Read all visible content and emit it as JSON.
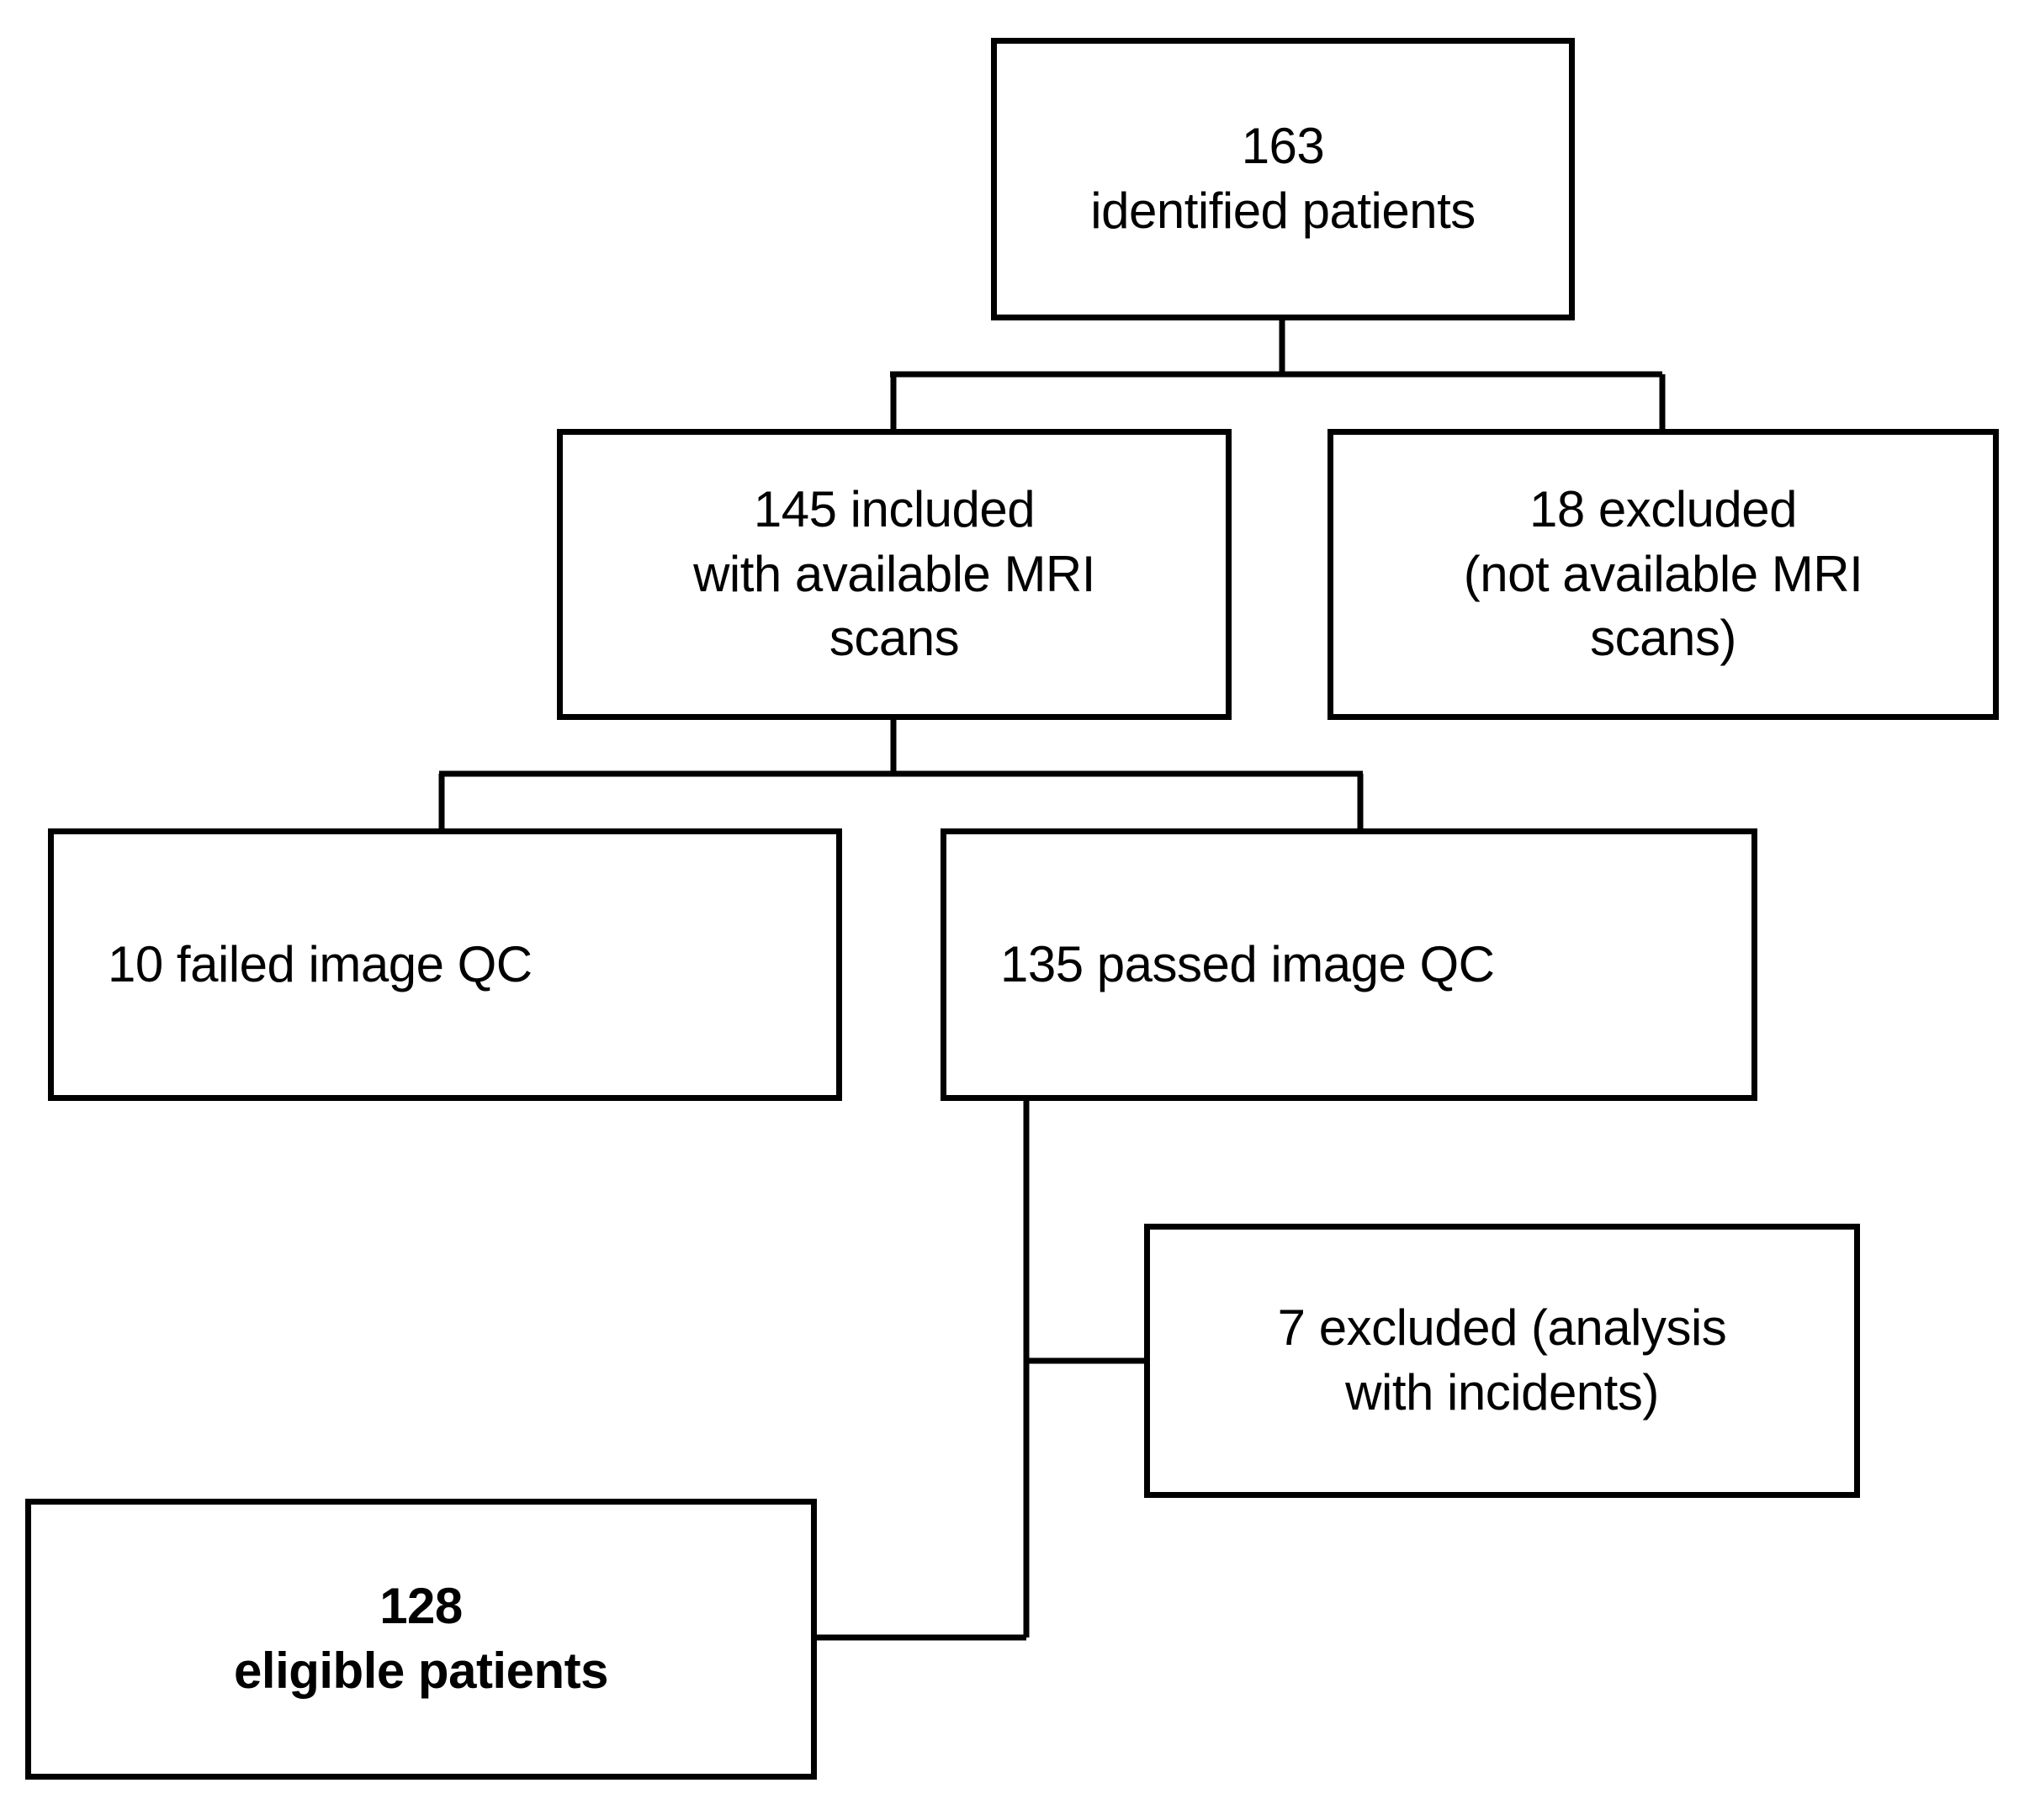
{
  "diagram": {
    "type": "flowchart",
    "title": "Patient selection flow diagram",
    "orientation": "top-down",
    "background_color": "#ffffff",
    "line_color": "#000000",
    "text_color": "#000000",
    "nodes": [
      {
        "id": "identified",
        "count": "163",
        "label": "163\nidentified patients",
        "bold": false
      },
      {
        "id": "included",
        "count": "145",
        "label": "145 included\nwith available MRI\nscans",
        "bold": false
      },
      {
        "id": "excluded_mri",
        "count": "18",
        "label": "18 excluded\n(not available MRI\nscans)",
        "bold": false
      },
      {
        "id": "failed_qc",
        "count": "10",
        "label": "10 failed image QC",
        "bold": false
      },
      {
        "id": "passed_qc",
        "count": "135",
        "label": "135 passed image QC",
        "bold": false
      },
      {
        "id": "excluded_incidents",
        "count": "7",
        "label": "7 excluded (analysis\nwith incidents)",
        "bold": false
      },
      {
        "id": "eligible",
        "count": "128",
        "label": "128\neligible patients",
        "bold": true
      }
    ],
    "edges": [
      {
        "from": "identified",
        "to": "included"
      },
      {
        "from": "identified",
        "to": "excluded_mri"
      },
      {
        "from": "included",
        "to": "failed_qc"
      },
      {
        "from": "included",
        "to": "passed_qc"
      },
      {
        "from": "passed_qc",
        "to": "excluded_incidents"
      },
      {
        "from": "passed_qc",
        "to": "eligible"
      }
    ]
  }
}
